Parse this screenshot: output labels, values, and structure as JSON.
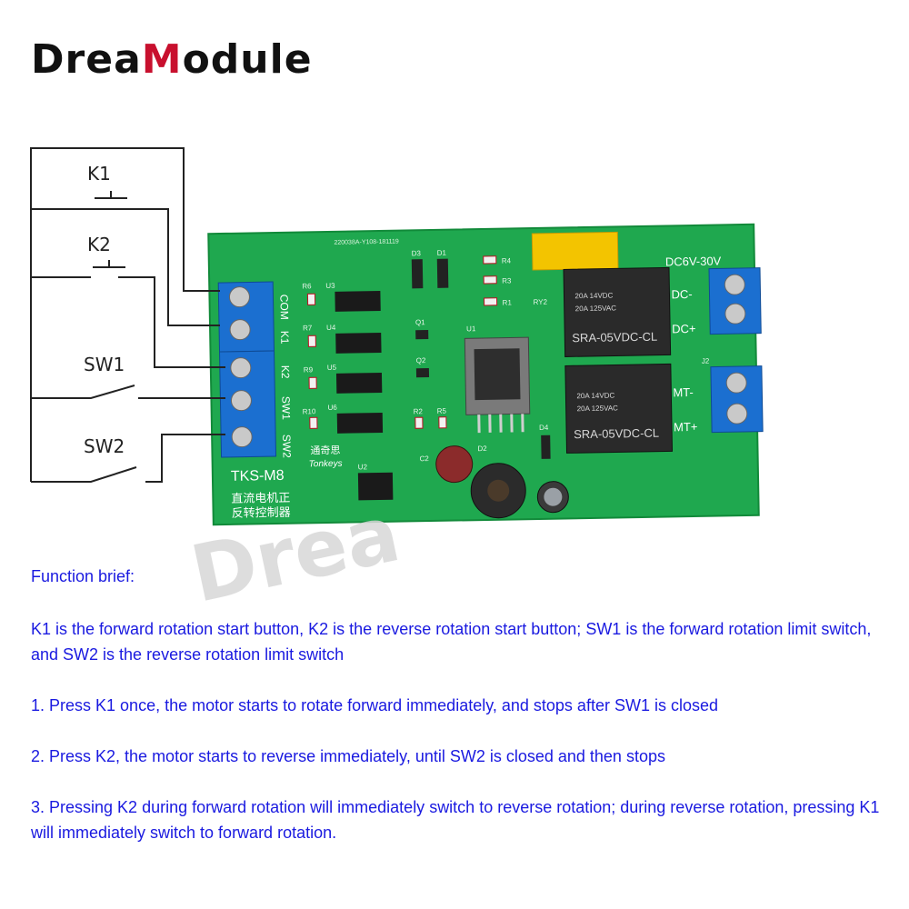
{
  "brand": {
    "prefix": "Drea",
    "m": "M",
    "suffix": "odule",
    "watermark": "Drea"
  },
  "wiring": {
    "k1": "K1",
    "k2": "K2",
    "sw1": "SW1",
    "sw2": "SW2"
  },
  "board": {
    "model": "TKS-M8",
    "maker": "Tonkeys",
    "maker_cn": "通奇思",
    "desc_line1": "直流电机正",
    "desc_line2": "反转控制器",
    "serial": "220038A-Y108-181119",
    "terminal_labels": [
      "COM",
      "K1",
      "K2",
      "SW1",
      "SW2"
    ],
    "power_label": "DC6V-30V",
    "dc_minus": "DC-",
    "dc_plus": "DC+",
    "mt_minus": "MT-",
    "mt_plus": "MT+",
    "relay_model": "SRA-05VDC-CL",
    "relay_rating1": "20A 14VDC",
    "relay_rating2": "20A 125VAC",
    "silk": [
      "R6",
      "U3",
      "R7",
      "U4",
      "R9",
      "U5",
      "R10",
      "U6",
      "D3",
      "D1",
      "R4",
      "R3",
      "R1",
      "Q1",
      "Q2",
      "U1",
      "R2",
      "R5",
      "D4",
      "D2",
      "C2",
      "U2",
      "RY2",
      "J2"
    ]
  },
  "function": {
    "title": "Function brief:",
    "paragraphs": [
      "K1 is the forward rotation start button, K2 is the reverse rotation start button; SW1 is the forward rotation limit switch, and SW2 is the reverse rotation limit switch",
      "1. Press K1 once, the motor starts to rotate forward immediately, and stops after SW1 is closed",
      "2. Press K2, the motor starts to reverse immediately, until SW2 is closed and then stops",
      "3. Pressing K2 during forward rotation will immediately switch to reverse rotation; during reverse rotation, pressing K1 will immediately switch to forward rotation."
    ]
  }
}
